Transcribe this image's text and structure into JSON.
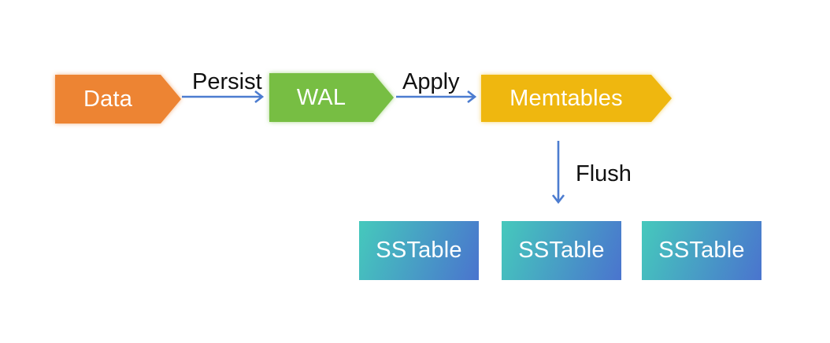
{
  "diagram": {
    "nodes": {
      "data": {
        "label": "Data",
        "color": "#ED8433",
        "shape": "pentagon-arrow"
      },
      "wal": {
        "label": "WAL",
        "color": "#77BE43",
        "shape": "pentagon-arrow"
      },
      "memtables": {
        "label": "Memtables",
        "color": "#EFB70F",
        "shape": "pentagon-arrow"
      },
      "sstables": [
        {
          "label": "SSTable"
        },
        {
          "label": "SSTable"
        },
        {
          "label": "SSTable"
        }
      ],
      "sstable_gradient": {
        "from": "#45C9BC",
        "to": "#4A74CE"
      },
      "node_text_color": "#FFFFFF"
    },
    "edges": {
      "persist": {
        "label": "Persist",
        "from": "data",
        "to": "wal"
      },
      "apply": {
        "label": "Apply",
        "from": "wal",
        "to": "memtables"
      },
      "flush": {
        "label": "Flush",
        "from": "memtables",
        "to": "sstables"
      },
      "arrow_color": "#4C7CD0",
      "label_color": "#111111"
    }
  }
}
